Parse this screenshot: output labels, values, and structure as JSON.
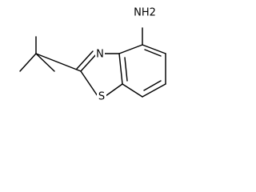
{
  "molecule": {
    "atoms": {
      "amine": "NH2",
      "ring_nitrogen": "N",
      "sulfur": "S"
    },
    "colors": {
      "bond": "#000000",
      "label": "#000000",
      "background": "#ffffff"
    }
  }
}
